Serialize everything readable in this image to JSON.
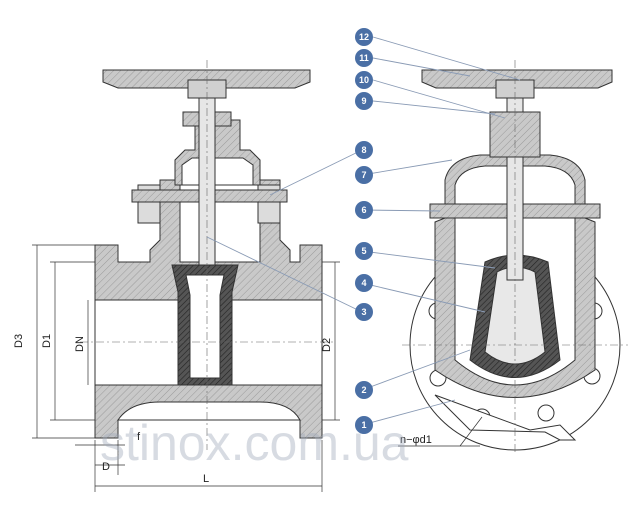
{
  "diagram": {
    "dimension_labels": {
      "D3": "D3",
      "D1": "D1",
      "DN": "DN",
      "D2": "D2",
      "f": "f",
      "D": "D",
      "L": "L",
      "holes": "n−φd1"
    },
    "callouts": [
      "12",
      "11",
      "10",
      "9",
      "8",
      "7",
      "6",
      "5",
      "4",
      "3",
      "2",
      "1"
    ],
    "watermark": "stinox.com.ua",
    "colors": {
      "badge": "#4a6fa5",
      "leader": "#8a9bb5",
      "metal": "#c9c9c9",
      "metal_dark": "#9a9a9a",
      "rubber": "#3a3a3a",
      "line": "#333333"
    }
  }
}
